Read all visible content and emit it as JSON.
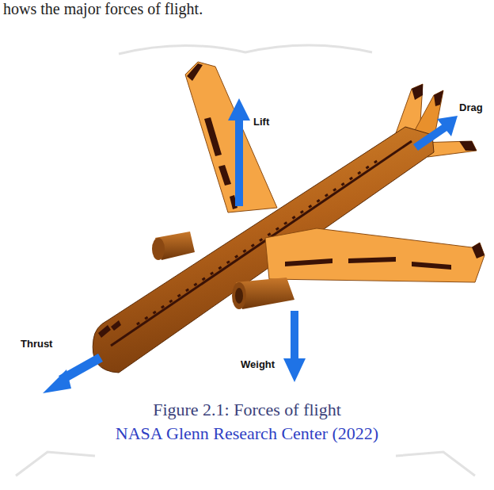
{
  "diagram": {
    "caption": "Figure 2.1: Forces of flight",
    "labels": [
      "hows the major forces of flight.",
      "Lift",
      "Drag",
      "Thrust",
      "Weight",
      "NASA Glenn Research Center (2022)"
    ]
  }
}
